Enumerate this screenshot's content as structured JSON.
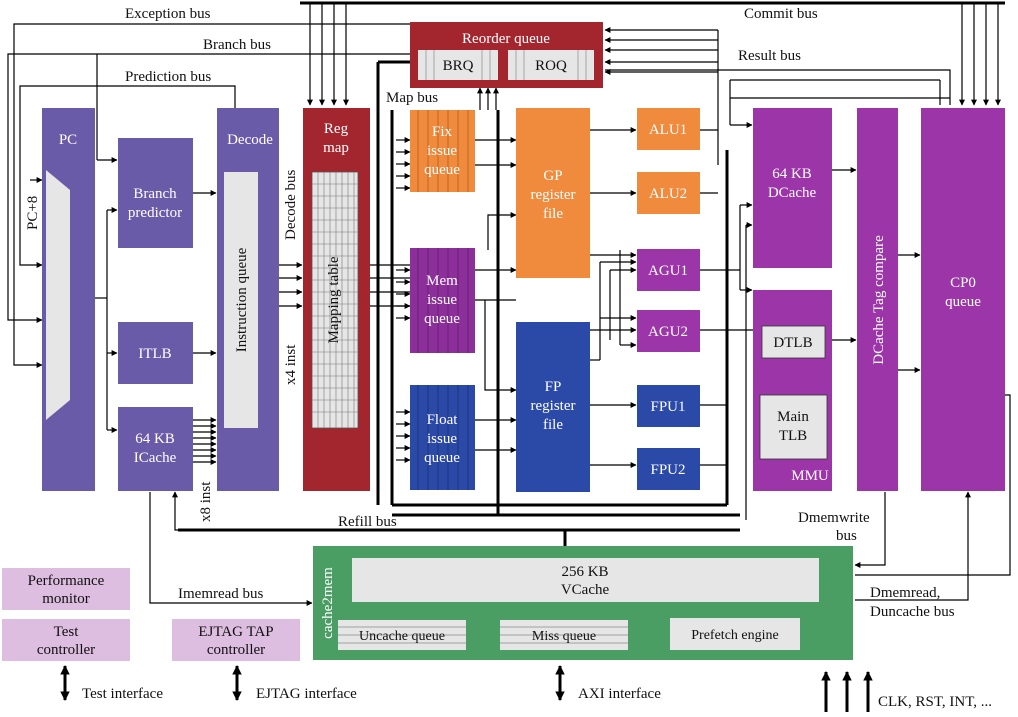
{
  "buses": {
    "exception": "Exception bus",
    "commit": "Commit bus",
    "branch": "Branch bus",
    "prediction": "Prediction bus",
    "result": "Result bus",
    "map": "Map bus",
    "decode": "Decode bus",
    "refill": "Refill bus",
    "imemread": "Imemread bus",
    "dmemwrite_1": "Dmemwrite",
    "dmemwrite_2": "bus",
    "dmemread_1": "Dmemread,",
    "dmemread_2": "Duncache bus"
  },
  "signals": {
    "pc8": "PC+8",
    "x4inst": "x4 inst",
    "x8inst": "x8 inst"
  },
  "blocks": {
    "pc": "PC",
    "branch_predictor_1": "Branch",
    "branch_predictor_2": "predictor",
    "itlb": "ITLB",
    "icache_1": "64 KB",
    "icache_2": "ICache",
    "decode": "Decode",
    "instruction_queue": "Instruction queue",
    "reg_map_1": "Reg",
    "reg_map_2": "map",
    "mapping_table": "Mapping table",
    "reorder_queue": "Reorder queue",
    "brq": "BRQ",
    "roq": "ROQ",
    "fix_issue_1": "Fix",
    "fix_issue_2": "issue",
    "fix_issue_3": "queue",
    "mem_issue_1": "Mem",
    "mem_issue_2": "issue",
    "mem_issue_3": "queue",
    "float_issue_1": "Float",
    "float_issue_2": "issue",
    "float_issue_3": "queue",
    "gp_rf_1": "GP",
    "gp_rf_2": "register",
    "gp_rf_3": "file",
    "fp_rf_1": "FP",
    "fp_rf_2": "register",
    "fp_rf_3": "file",
    "alu1": "ALU1",
    "alu2": "ALU2",
    "agu1": "AGU1",
    "agu2": "AGU2",
    "fpu1": "FPU1",
    "fpu2": "FPU2",
    "dcache_1": "64 KB",
    "dcache_2": "DCache",
    "dtlb": "DTLB",
    "main_tlb_1": "Main",
    "main_tlb_2": "TLB",
    "mmu": "MMU",
    "dcache_tag": "DCache Tag compare",
    "cp0_1": "CP0",
    "cp0_2": "queue",
    "cache2mem": "cache2mem",
    "vcache_1": "256 KB",
    "vcache_2": "VCache",
    "uncache_queue": "Uncache queue",
    "miss_queue": "Miss queue",
    "prefetch_engine": "Prefetch engine",
    "perf_monitor_1": "Performance",
    "perf_monitor_2": "monitor",
    "test_controller_1": "Test",
    "test_controller_2": "controller",
    "ejtag_controller_1": "EJTAG TAP",
    "ejtag_controller_2": "controller"
  },
  "interfaces": {
    "test": "Test interface",
    "ejtag": "EJTAG interface",
    "axi": "AXI interface",
    "clk": "CLK, RST, INT, ..."
  },
  "colors": {
    "frontend_purple": "#6a5ba8",
    "regmap_red": "#a3262e",
    "issue_orange": "#f08a3c",
    "mem_purple": "#8c2f9a",
    "float_blue": "#2b4aa8",
    "exec_purple": "#9b35a8",
    "cache_green": "#4a9e64",
    "ctrl_pink": "#ddbde0",
    "inner_grey": "#e6e6e6"
  }
}
